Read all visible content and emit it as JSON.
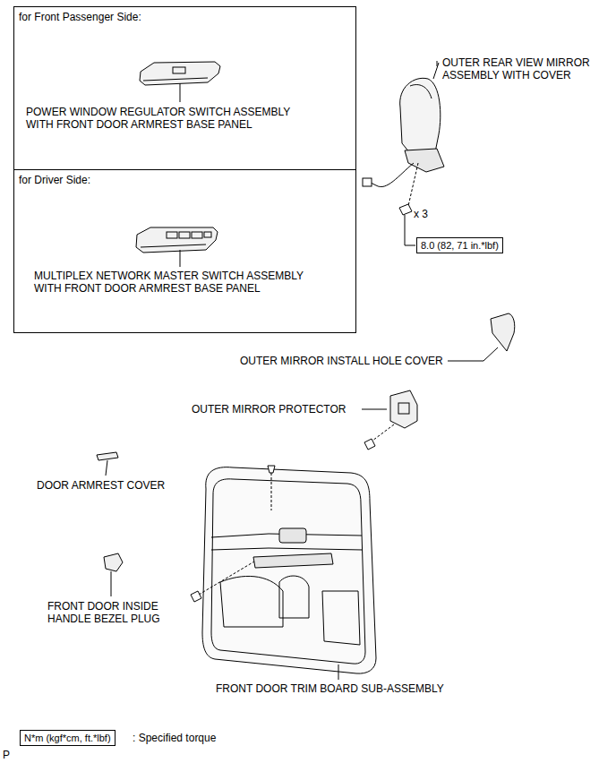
{
  "diagram": {
    "nodes": [
      {
        "text": [
          "for Front Passenger Side:",
          "POWER WINDOW REGULATOR SWITCH ASSEMBLY WITH FRONT DOOR ARMREST BASE PANEL"
        ]
      },
      {
        "text": [
          "for Driver Side:",
          "MULTIPLEX NETWORK MASTER SWITCH ASSEMBLY WITH FRONT DOOR ARMREST BASE PANEL"
        ]
      },
      {
        "text": [
          "8.0 (82, 71 in.*lbf)"
        ]
      },
      {
        "text": [
          "N*m (kgf*cm, ft.*lbf)"
        ]
      }
    ],
    "labels": [
      "OUTER REAR VIEW MIRROR ASSEMBLY WITH COVER",
      "x 3",
      "OUTER MIRROR INSTALL HOLE COVER",
      "OUTER MIRROR PROTECTOR",
      "DOOR ARMREST COVER",
      "FRONT DOOR INSIDE HANDLE BEZEL PLUG",
      "FRONT DOOR TRIM BOARD SUB-ASSEMBLY",
      ": Specified torque",
      "P"
    ]
  }
}
